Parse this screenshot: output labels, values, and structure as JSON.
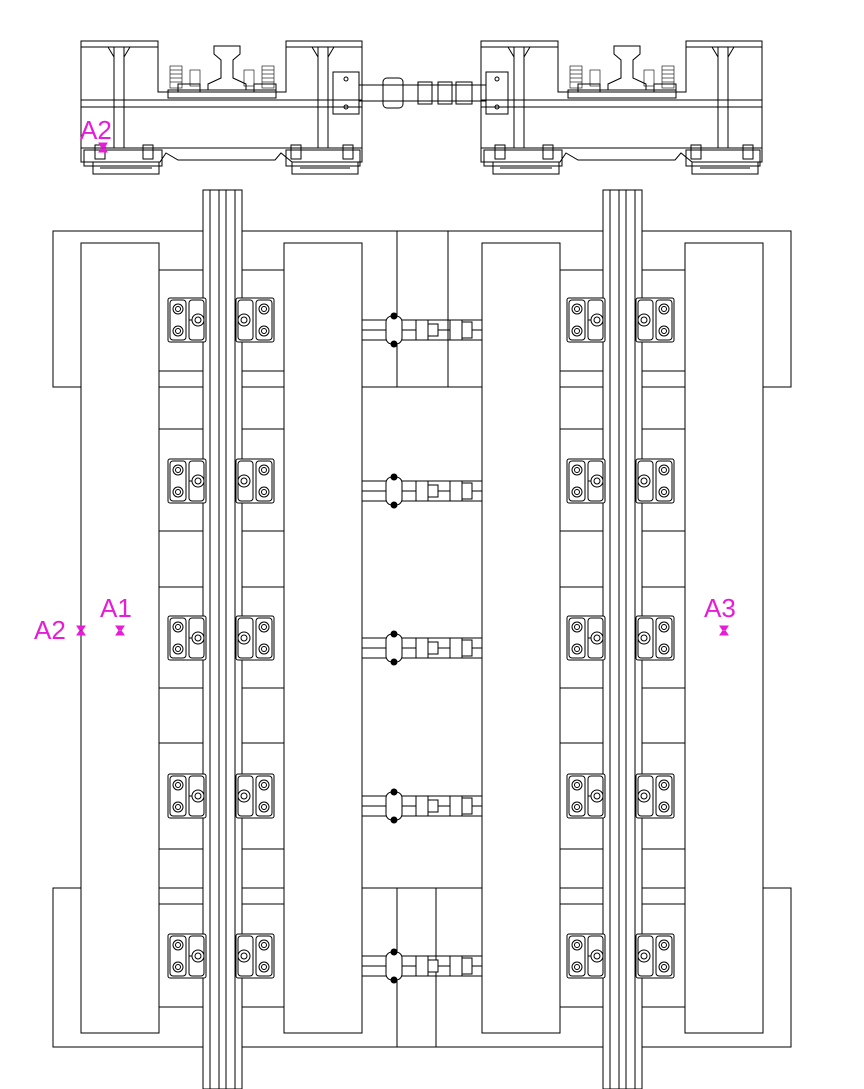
{
  "drawing": {
    "labels": {
      "a2_section": "A2",
      "a2_plan": "A2",
      "a1_plan": "A1",
      "a3_plan": "A3"
    },
    "colors": {
      "linework": "#000000",
      "markers": "#e81cd8",
      "background": "#ffffff"
    },
    "plan": {
      "fastener_rows": 5,
      "rails": 2
    }
  }
}
